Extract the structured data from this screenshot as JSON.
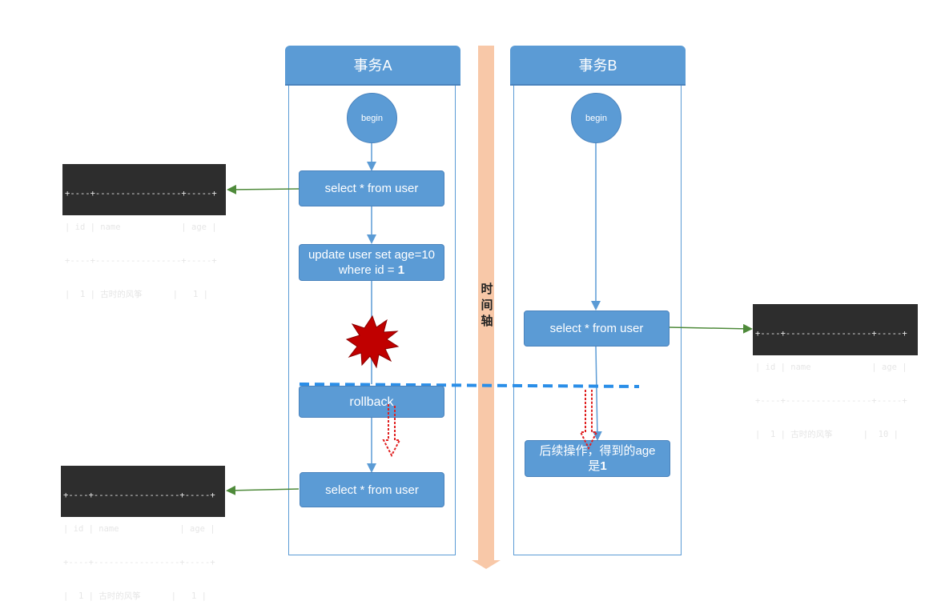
{
  "lanes": {
    "a": {
      "title": "事务A"
    },
    "b": {
      "title": "事务B"
    }
  },
  "timeline": {
    "label": [
      "时",
      "间",
      "轴"
    ]
  },
  "a": {
    "begin": "begin",
    "select1": "select * from user",
    "update_line1": "update user set age=10",
    "update_line2_prefix": "where id = ",
    "update_line2_value": "1",
    "rollback": "rollback",
    "select2": "select * from user"
  },
  "b": {
    "begin": "begin",
    "select1": "select * from user",
    "after_line1": "后续操作，得到的age",
    "after_line2_prefix": "是",
    "after_line2_value": "1"
  },
  "results": {
    "a1": {
      "border": "+----+-----------------+-----+",
      "header": "| id | name            | age |",
      "row": "|  1 | 古时的风筝      |   1 |"
    },
    "a2": {
      "border": "+----+-----------------+-----+",
      "header": "| id | name            | age |",
      "row": "|  1 | 古时的风筝      |   1 |"
    },
    "b1": {
      "border": "+----+-----------------+-----+",
      "header": "| id | name            | age |",
      "row": "|  1 | 古时的风筝      |  10 |"
    }
  },
  "colors": {
    "lane_blue": "#5b9bd5",
    "timeline": "#f8c8a8",
    "result_arrow": "#4e8a3a",
    "dashed_line": "#2a8ee8",
    "red_arrow": "#e02020",
    "burst": "#c00000"
  }
}
